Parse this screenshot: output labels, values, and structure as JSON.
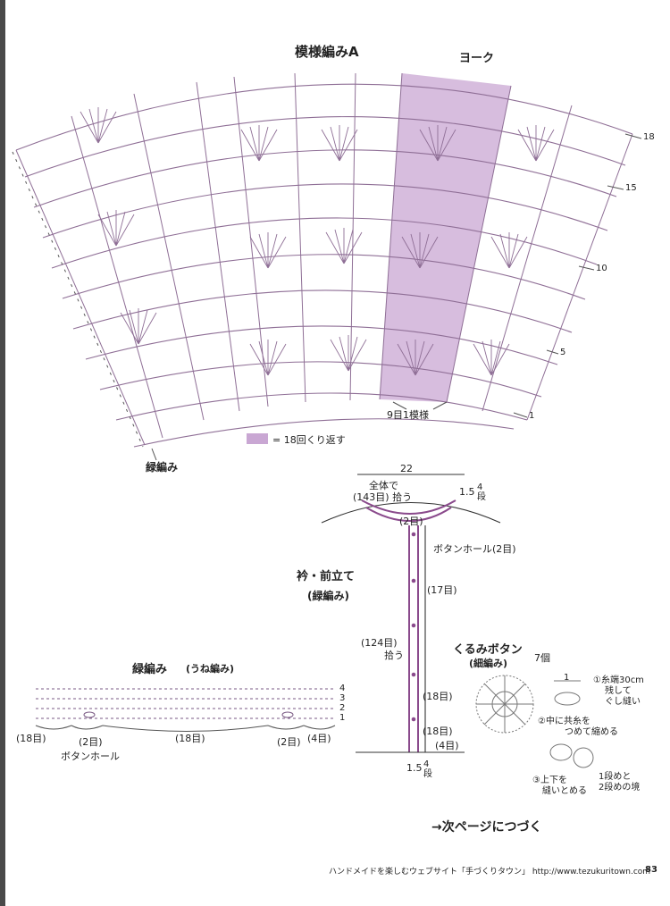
{
  "chart": {
    "title": "模様編みA",
    "yoke_label": "ヨーク",
    "row_marks": [
      "18",
      "15",
      "10",
      "5",
      "1"
    ],
    "repeat_unit": "9目1模様",
    "legend_text": "= 18回くり返す",
    "edge_label": "緑編み"
  },
  "collar": {
    "width": "22",
    "pickup_total": "全体で",
    "pickup_count": "(143目) 拾う",
    "top_height": "1.5",
    "top_rows": "4段",
    "top_stitch": "(2目)",
    "buttonhole": "ボタンホール(2目)",
    "title": "衿・前立て",
    "subtitle": "(緑編み)",
    "s17": "(17目)",
    "s124": "(124目)",
    "pickup": "拾う",
    "s18a": "(18目)",
    "s18b": "(18目)",
    "s4": "(4目)",
    "bottom_height": "1.5",
    "bottom_rows": "4段"
  },
  "edging": {
    "title": "緑編み",
    "subtitle": "(うね編み)",
    "rows": [
      "4",
      "3",
      "2",
      "1"
    ],
    "labels": [
      "(18目)",
      "(2目)",
      "(18目)",
      "(2目)",
      "(4目)"
    ],
    "buttonhole": "ボタンホール"
  },
  "button": {
    "title": "くるみボタン",
    "subtitle": "(細編み)",
    "count": "7個",
    "dim": "1",
    "step1": "①糸端30cm",
    "step1b": "残して",
    "step1c": "ぐし縫い",
    "step2": "②中に共糸を",
    "step2b": "つめて縮める",
    "step3": "③上下を",
    "step3b": "縫いとめる",
    "note1": "1段めと",
    "note2": "2段めの境"
  },
  "footer": {
    "continue": "→次ページにつづく",
    "site": "ハンドメイドを楽しむウェブサイト「手づくりタウン」 http://www.tezukuritown.com",
    "page": "83"
  }
}
